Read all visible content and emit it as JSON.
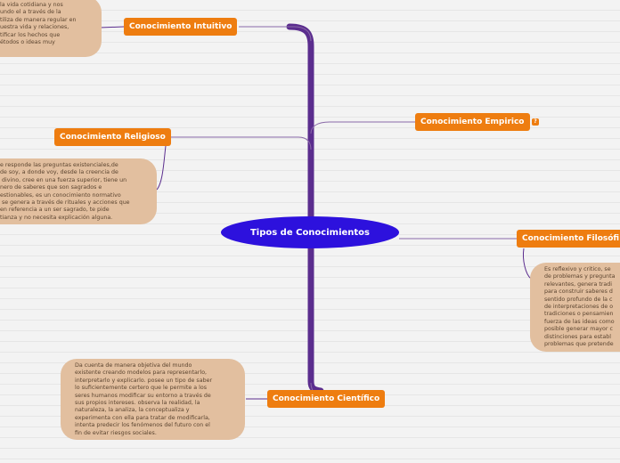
{
  "center": {
    "label": "Tipos de Conocimientos",
    "color": "#2d11dd"
  },
  "colors": {
    "branch": "#5b2d8e",
    "topic": "#ee7d10",
    "note": "#e2bf9f",
    "link": "#8a6aa8"
  },
  "topics": {
    "intuitivo": "Conocimiento Intuitivo",
    "empirico": "Conocimiento Empirico",
    "religioso": "Conocimiento Religioso",
    "filosofico": "Conocimiento Filosófi",
    "cientifico": "Conocimiento Científico"
  },
  "notes": {
    "intuitivo": "la vida cotidiana y nos\nundo el a través de la\ntiliza de manera regular en\nuestra vida y relaciones,\ntificar los hechos que\nétodos o ideas muy",
    "religioso": "e responde las preguntas existenciales,de\nde soy, a donde voy, desde la creencia de\n divino, cree en una fuerza superior, tiene un\nnero de saberes que son sagrados e\nestionables, es un conocimiento normativo\n se genera a través de rituales y acciones que\nen referencia a un ser sagrado, te pide\ntianza y no necesita explicación alguna.",
    "filosofico": "Es reflexivo y critico, se\nde problemas y pregunta\nrelevantes, genera tradi\npara construir saberes d\nsentido profundo de la c\nde interpretaciones de o\ntradiciones o pensamien\nfuerza de las ideas como\nposible generar mayor c\ndistinciones para establ\nproblemas que pretende",
    "cientifico": "Da cuenta de manera objetiva del mundo\nexistente creando modelos para representarlo,\ninterpretarlo y explicarlo. posee un tipo de saber\nlo suficientemente certero que le permite a los\nseres humanos modificar su entorno a través de\nsus propios intereses. observa la realidad, la\nnaturaleza, la analiza, la conceptualiza y\nexperimenta con ella para tratar de modificarla,\nintenta predecir los fenómenos del futuro con el\nfin de evitar riesgos sociales."
  },
  "empirico_badge": "?"
}
